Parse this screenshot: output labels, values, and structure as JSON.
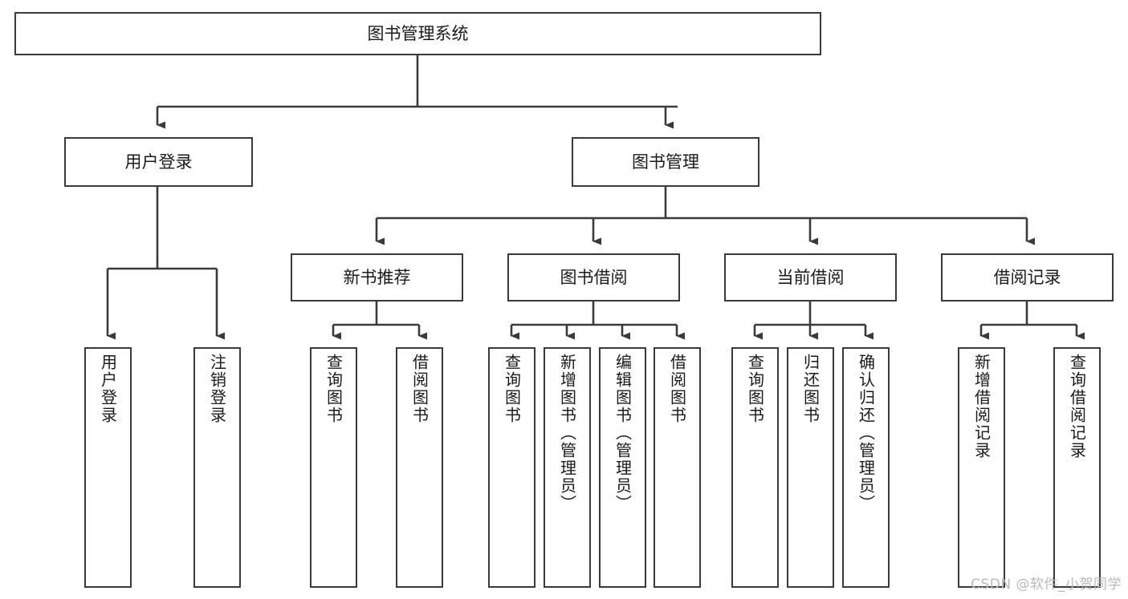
{
  "diagram": {
    "title": "图书管理系统",
    "type": "tree-hierarchy",
    "watermark": "CSDN @软件_小贺同学",
    "colors": {
      "box_border": "#3a3a3a",
      "box_fill": "#ffffff",
      "edge": "#3a3a3a",
      "text": "#1a1a1a",
      "watermark": "#b9b9b9"
    }
  },
  "nodes": {
    "root": {
      "label": "图书管理系统"
    },
    "level2": [
      {
        "id": "user-login",
        "label": "用户登录"
      },
      {
        "id": "book-manage",
        "label": "图书管理"
      }
    ],
    "level3": [
      {
        "id": "new-book-recommend",
        "label": "新书推荐"
      },
      {
        "id": "book-borrow",
        "label": "图书借阅"
      },
      {
        "id": "current-borrow",
        "label": "当前借阅"
      },
      {
        "id": "borrow-record",
        "label": "借阅记录"
      }
    ],
    "leaves": {
      "user_login": [
        {
          "id": "leaf-user-login",
          "label": "用户登录"
        },
        {
          "id": "leaf-logout-login",
          "label": "注销登录"
        }
      ],
      "new_book_recommend": [
        {
          "id": "leaf-query-book-1",
          "label": "查询图书"
        },
        {
          "id": "leaf-borrow-book-1",
          "label": "借阅图书"
        }
      ],
      "book_borrow": [
        {
          "id": "leaf-query-book-2",
          "label": "查询图书"
        },
        {
          "id": "leaf-add-book",
          "label": "新增图书（管理员）"
        },
        {
          "id": "leaf-edit-book",
          "label": "编辑图书（管理员）"
        },
        {
          "id": "leaf-borrow-book-2",
          "label": "借阅图书"
        }
      ],
      "current_borrow": [
        {
          "id": "leaf-query-book-3",
          "label": "查询图书"
        },
        {
          "id": "leaf-return-book",
          "label": "归还图书"
        },
        {
          "id": "leaf-confirm-return",
          "label": "确认归还（管理员）"
        }
      ],
      "borrow_record": [
        {
          "id": "leaf-add-borrow-record",
          "label": "新增借阅记录"
        },
        {
          "id": "leaf-query-borrow-record",
          "label": "查询借阅记录"
        }
      ]
    }
  }
}
